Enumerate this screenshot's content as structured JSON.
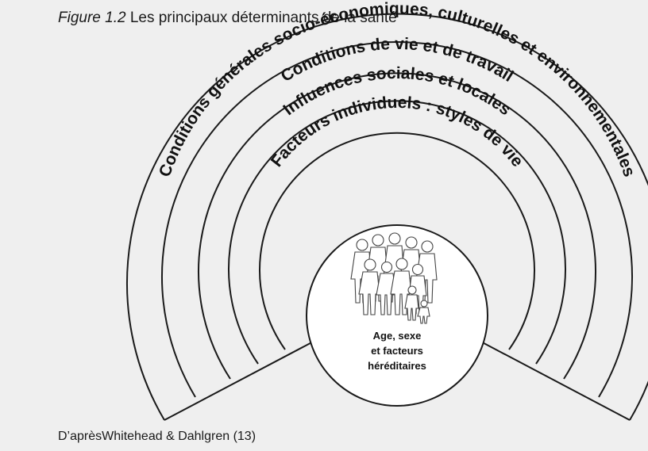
{
  "figure": {
    "number": "Figure 1.2",
    "title": "Les principaux déterminants de la santé"
  },
  "layers": [
    {
      "id": "general",
      "label": "Conditions générales socio-économiques, culturelles et environnementales"
    },
    {
      "id": "living",
      "label": "Conditions de vie et de travail"
    },
    {
      "id": "social",
      "label": "Influences sociales et locales"
    },
    {
      "id": "individual",
      "label": "Facteurs individuels : styles de vie"
    }
  ],
  "core": {
    "lines": [
      "Age, sexe",
      "et facteurs",
      "héréditaires"
    ]
  },
  "source": "D’aprèsWhitehead & Dahlgren (13)"
}
